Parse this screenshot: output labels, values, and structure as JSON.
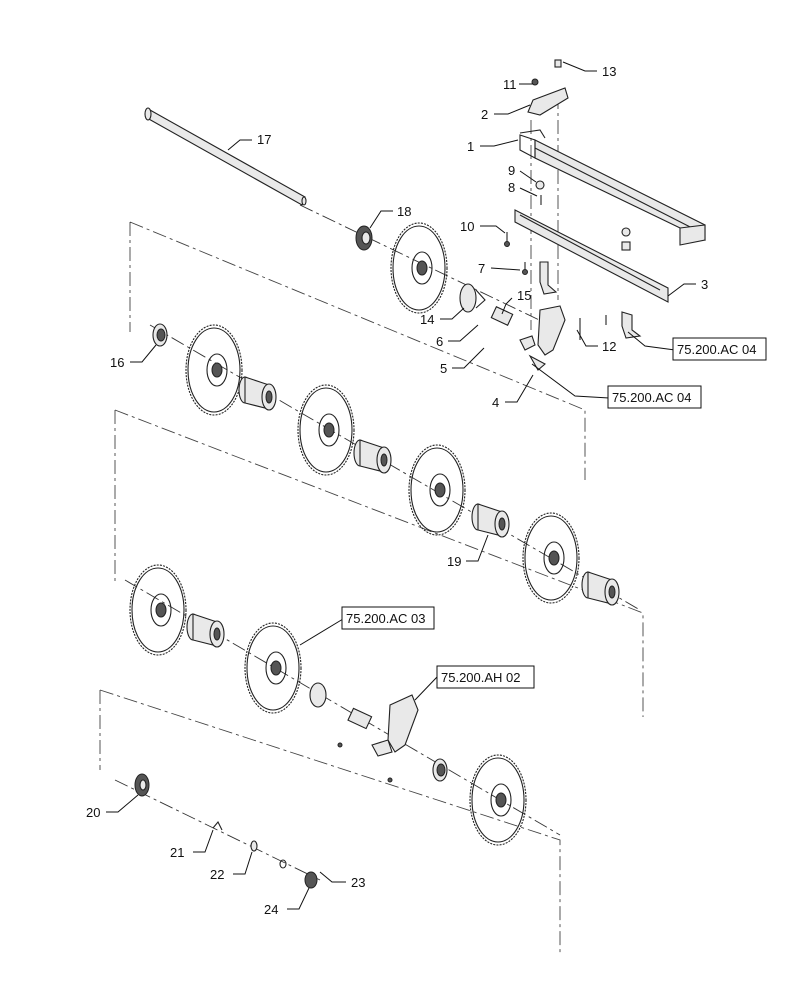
{
  "callouts": [
    {
      "id": "c11",
      "text": "11"
    },
    {
      "id": "c13",
      "text": "13"
    },
    {
      "id": "c2",
      "text": "2"
    },
    {
      "id": "c1",
      "text": "1"
    },
    {
      "id": "c9",
      "text": "9"
    },
    {
      "id": "c8",
      "text": "8"
    },
    {
      "id": "c10",
      "text": "10"
    },
    {
      "id": "c7",
      "text": "7"
    },
    {
      "id": "c3",
      "text": "3"
    },
    {
      "id": "c17",
      "text": "17"
    },
    {
      "id": "c18",
      "text": "18"
    },
    {
      "id": "c15",
      "text": "15"
    },
    {
      "id": "c14",
      "text": "14"
    },
    {
      "id": "c6",
      "text": "6"
    },
    {
      "id": "c5",
      "text": "5"
    },
    {
      "id": "c12",
      "text": "12"
    },
    {
      "id": "c4",
      "text": "4"
    },
    {
      "id": "c16",
      "text": "16"
    },
    {
      "id": "c19",
      "text": "19"
    },
    {
      "id": "c20",
      "text": "20"
    },
    {
      "id": "c21",
      "text": "21"
    },
    {
      "id": "c22",
      "text": "22"
    },
    {
      "id": "c23",
      "text": "23"
    },
    {
      "id": "c24",
      "text": "24"
    }
  ],
  "references": {
    "ref_ac04_a": "75.200.AC 04",
    "ref_ac04_b": "75.200.AC 04",
    "ref_ac03": "75.200.AC 03",
    "ref_ah02": "75.200.AH 02"
  }
}
